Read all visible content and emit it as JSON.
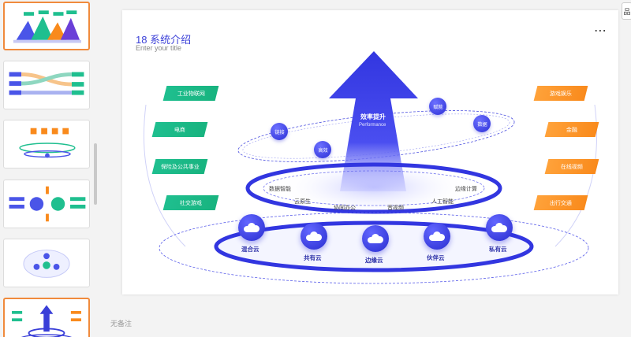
{
  "slide": {
    "title": "18 系统介绍",
    "subtitle": "Enter your title",
    "more_icon": "⋯",
    "left_tags": [
      "工业物联网",
      "电商",
      "保险及公共事业",
      "社交游戏"
    ],
    "right_tags": [
      "游戏娱乐",
      "金融",
      "在线视频",
      "出行交通"
    ],
    "arrow_title": "效率提升",
    "arrow_subtitle": "Performance",
    "bubbles": [
      "链接",
      "高效",
      "赋能",
      "数据"
    ],
    "ring_labels": [
      "数据智能",
      "边缘计算",
      "云原生",
      "协同办公",
      "音视频",
      "人工智能"
    ],
    "clouds": [
      "混合云",
      "共有云",
      "边缘云",
      "伙伴云",
      "私有云"
    ],
    "colors": {
      "accent": "#3a3fd8",
      "green": "#1fbf8f",
      "orange": "#f98a1c",
      "active_thumb": "#f08a3c"
    }
  },
  "notes_placeholder": "无备注",
  "side_tab_label": "品"
}
